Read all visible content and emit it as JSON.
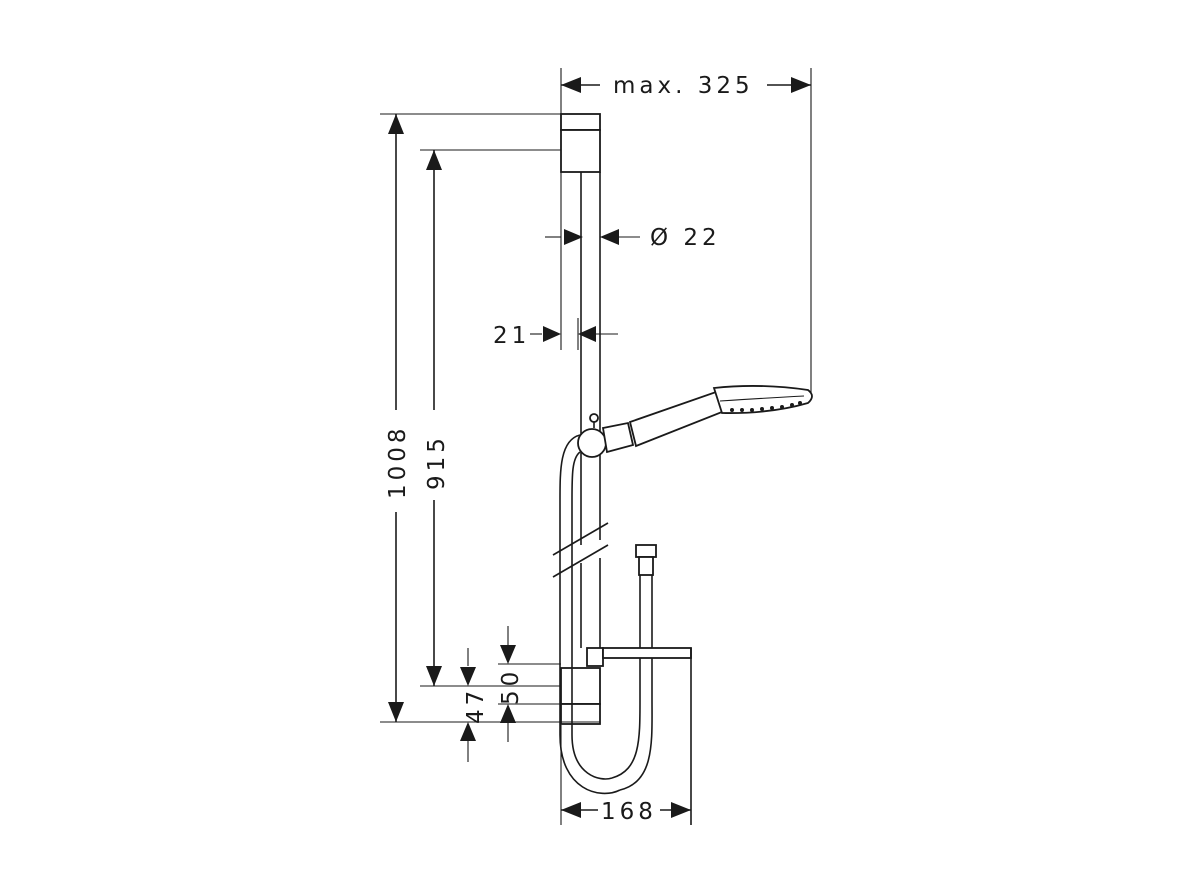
{
  "dimensions": {
    "max_reach": "max. 325",
    "rail_diameter": "Ø 22",
    "rail_offset": "21",
    "total_height": "1008",
    "bracket_distance": "915",
    "lower_bracket_height": "50",
    "bracket_offset": "47",
    "hose_width": "168"
  }
}
